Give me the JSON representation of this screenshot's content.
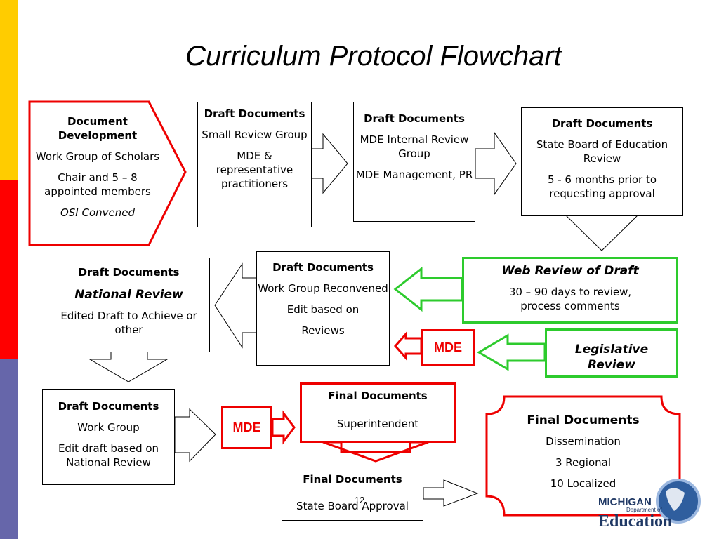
{
  "title": "Curriculum Protocol Flowchart",
  "stripe_colors": [
    "#FFCC00",
    "#FF0000",
    "#6666AA"
  ],
  "boxes": {
    "doc_dev": {
      "heading": "Document Development",
      "lines": [
        "Work Group of Scholars",
        "Chair and 5 – 8 appointed members"
      ],
      "italic_line": "OSI Convened"
    },
    "small_review": {
      "heading": "Draft Documents",
      "lines": [
        "Small Review Group",
        "MDE & representative practitioners"
      ]
    },
    "internal_review": {
      "heading": "Draft Documents",
      "lines": [
        "MDE Internal Review Group",
        "MDE Management, PR"
      ]
    },
    "state_board_review": {
      "heading": "Draft Documents",
      "lines": [
        "State Board of Education Review",
        "5 - 6 months prior to requesting approval"
      ]
    },
    "national_review": {
      "heading": "Draft Documents",
      "subheading": "National Review",
      "lines": [
        "Edited Draft to Achieve or other"
      ]
    },
    "reconvened": {
      "heading": "Draft Documents",
      "lines": [
        "Work Group Reconvened",
        "Edit based on",
        "Reviews"
      ]
    },
    "web_review": {
      "heading": "Web Review of Draft",
      "lines": [
        "30 – 90 days to review, process comments"
      ]
    },
    "legislative": {
      "heading": "Legislative Review"
    },
    "work_group_edit": {
      "heading": "Draft Documents",
      "lines": [
        "Work Group",
        "Edit draft based on National Review"
      ]
    },
    "superintendent": {
      "heading": "Final Documents",
      "lines": [
        "Superintendent"
      ]
    },
    "state_board_approval": {
      "heading": "Final Documents",
      "lines": [
        "State Board Approval"
      ]
    },
    "dissemination": {
      "heading": "Final Documents",
      "lines": [
        "Dissemination",
        "3 Regional",
        "10 Localized"
      ]
    }
  },
  "mde_labels": [
    "MDE",
    "MDE"
  ],
  "page_number": "12",
  "logo": {
    "line1": "MICHIGAN",
    "line2": "Department of",
    "line3": "Education"
  }
}
